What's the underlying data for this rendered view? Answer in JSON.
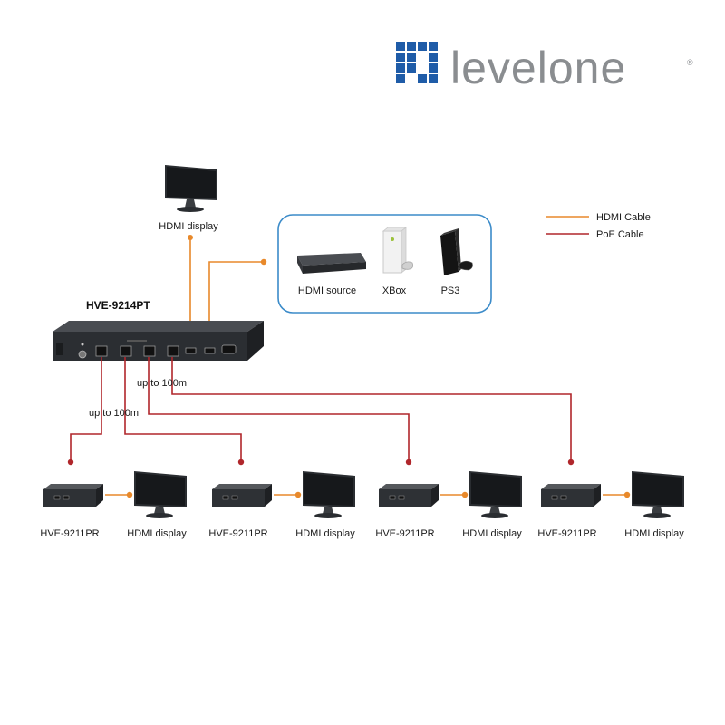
{
  "brand": {
    "name": "levelone",
    "registered": "®",
    "colors": {
      "blue": "#1f5ca8",
      "gray": "#8a8d90"
    }
  },
  "legend": {
    "hdmi_cable": "HDMI Cable",
    "poe_cable": "PoE Cable",
    "hdmi_color": "#e8892b",
    "poe_color": "#b0262b"
  },
  "top_display": {
    "label": "HDMI display",
    "icon": "monitor-icon"
  },
  "transmitter": {
    "label": "HVE-9214PT",
    "icon": "transmitter-box-icon"
  },
  "sources": {
    "items": [
      {
        "label": "HDMI source",
        "icon": "media-player-icon"
      },
      {
        "label": "XBox",
        "icon": "xbox-console-icon"
      },
      {
        "label": "PS3",
        "icon": "ps3-console-icon"
      }
    ]
  },
  "distance": {
    "label_a": "up to 100m",
    "label_b": "up to 100m"
  },
  "receivers": [
    {
      "receiver_label": "HVE-9211PR",
      "display_label": "HDMI display"
    },
    {
      "receiver_label": "HVE-9211PR",
      "display_label": "HDMI display"
    },
    {
      "receiver_label": "HVE-9211PR",
      "display_label": "HDMI display"
    },
    {
      "receiver_label": "HVE-9211PR",
      "display_label": "HDMI display"
    }
  ]
}
